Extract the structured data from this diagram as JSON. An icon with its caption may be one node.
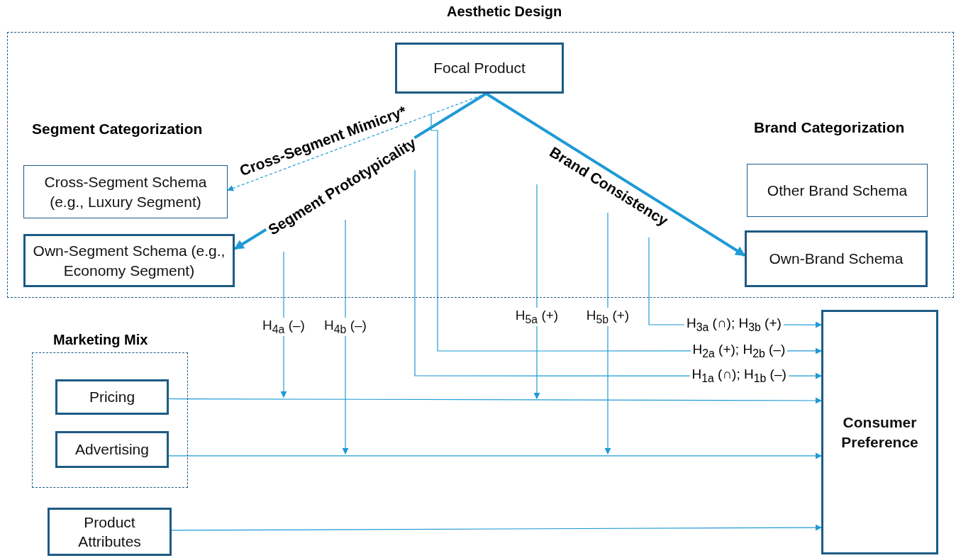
{
  "diagram": {
    "nodes": [
      {
        "text": [
          "Aesthetic Design"
        ]
      },
      {
        "text": [
          "Focal Product"
        ],
        "in": 0
      },
      {
        "text": [
          "Cross-Segment Schema (e.g., Luxury Segment)"
        ],
        "in": 0
      },
      {
        "text": [
          "Own-Segment Schema (e.g., Economy Segment)"
        ],
        "in": 0
      },
      {
        "text": [
          "Other Brand Schema"
        ],
        "in": 0
      },
      {
        "text": [
          "Own-Brand Schema"
        ],
        "in": 0
      },
      {
        "text": [
          "Marketing Mix"
        ]
      },
      {
        "text": [
          "Pricing"
        ],
        "in": 6
      },
      {
        "text": [
          "Advertising"
        ],
        "in": 6
      },
      {
        "text": [
          "Product Attributes"
        ]
      },
      {
        "text": [
          "Consumer Preference"
        ]
      },
      {
        "text": [
          "H$_{4a}$ (–)"
        ]
      },
      {
        "text": [
          "H$_{4b}$ (–)"
        ]
      },
      {
        "text": [
          "H$_{5a}$ (+)"
        ]
      },
      {
        "text": [
          "H$_{5b}$ (+)"
        ]
      }
    ],
    "edges": [
      {
        "from": 1,
        "to": 2,
        "arrow": "to",
        "label": "Cross-Segment Mimicry*",
        "style": "dashed"
      },
      {
        "from": 1,
        "to": 3,
        "arrow": "to",
        "label": "Segment Prototypicality",
        "style": "thick"
      },
      {
        "from": 1,
        "to": 5,
        "arrow": "to",
        "label": "Brand Consistency",
        "style": "thick"
      },
      {
        "from": 7,
        "to": 10,
        "arrow": "to"
      },
      {
        "from": 8,
        "to": 10,
        "arrow": "to"
      },
      {
        "from": 9,
        "to": 10,
        "arrow": "to"
      },
      {
        "from": null,
        "to": 10,
        "arrow": "to",
        "label": "H$_{3a}$ (∩); H$_{3b}$ (+)"
      },
      {
        "from": null,
        "to": 10,
        "arrow": "to",
        "label": "H$_{2a}$ (+); H$_{2b}$ (–)"
      },
      {
        "from": null,
        "to": 10,
        "arrow": "to",
        "label": "H$_{1a}$ (∩); H$_{1b}$ (–)"
      },
      {
        "from": null,
        "to": 11,
        "arrow": "none"
      },
      {
        "from": 11,
        "to": null,
        "arrow": "to"
      },
      {
        "from": null,
        "to": 12,
        "arrow": "none"
      },
      {
        "from": 12,
        "to": null,
        "arrow": "to"
      },
      {
        "from": null,
        "to": 13,
        "arrow": "none"
      },
      {
        "from": 13,
        "to": null,
        "arrow": "to"
      },
      {
        "from": null,
        "to": 14,
        "arrow": "none"
      },
      {
        "from": 14,
        "to": null,
        "arrow": "to"
      }
    ],
    "labels": [
      "Segment Categorization",
      "Brand Categorization"
    ]
  }
}
